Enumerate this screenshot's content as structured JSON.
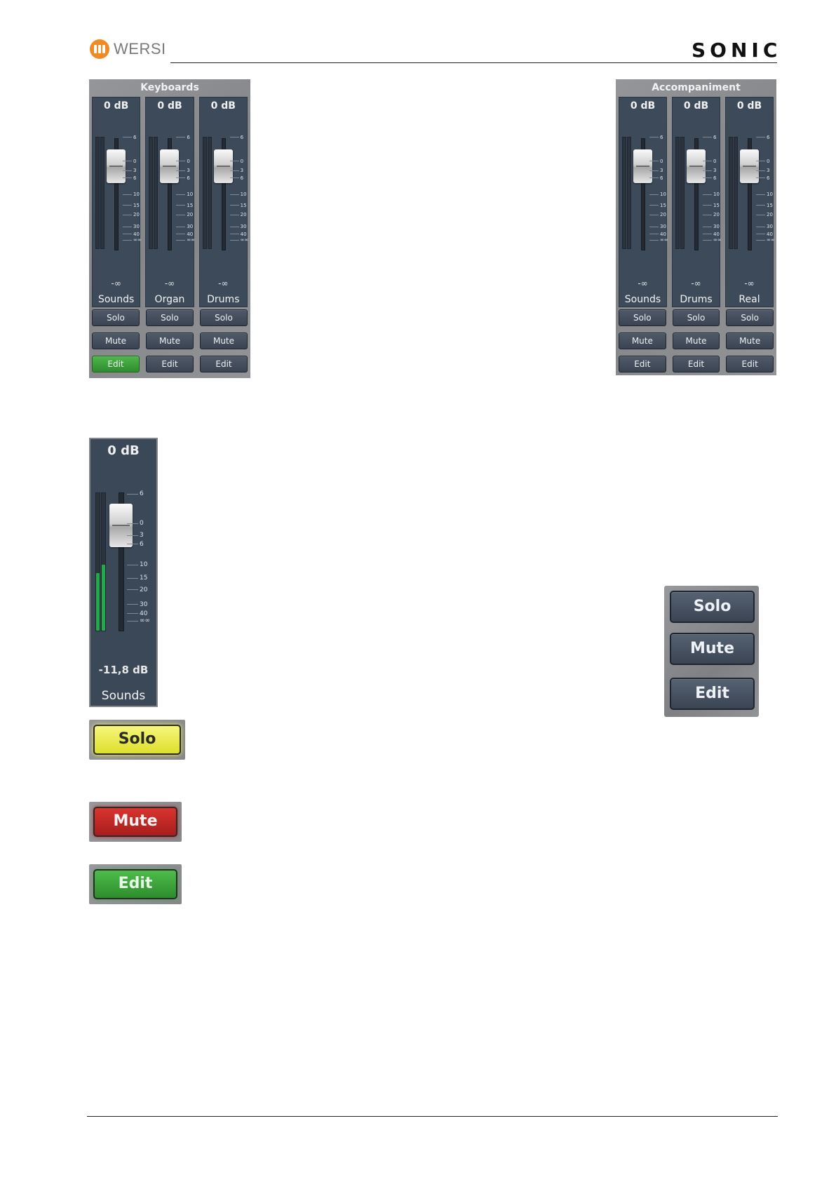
{
  "header": {
    "brand": "WERSI",
    "product": "SONIC"
  },
  "scale_labels": [
    "6",
    "0",
    "3",
    "6",
    "10",
    "15",
    "20",
    "30",
    "40",
    "∞∞"
  ],
  "keyboards_panel": {
    "title": "Keyboards",
    "strips": [
      {
        "db": "0 dB",
        "level": "-∞",
        "name": "Sounds"
      },
      {
        "db": "0 dB",
        "level": "-∞",
        "name": "Organ"
      },
      {
        "db": "0 dB",
        "level": "-∞",
        "name": "Drums"
      }
    ],
    "buttons": {
      "solo": "Solo",
      "mute": "Mute",
      "edit": "Edit"
    },
    "edit_active_index": 0,
    "colors": {
      "edit_active": "#3fa63d"
    }
  },
  "accompaniment_panel": {
    "title": "Accompaniment",
    "strips": [
      {
        "db": "0 dB",
        "level": "-∞",
        "name": "Sounds"
      },
      {
        "db": "0 dB",
        "level": "-∞",
        "name": "Drums"
      },
      {
        "db": "0 dB",
        "level": "-∞",
        "name": "Real"
      }
    ],
    "buttons": {
      "solo": "Solo",
      "mute": "Mute",
      "edit": "Edit"
    }
  },
  "detail_strip": {
    "db": "0 dB",
    "level": "-11,8 dB",
    "name": "Sounds",
    "meter_left_fill": 0.42,
    "meter_right_fill": 0.48,
    "colors": {
      "meter": "#23a84a"
    }
  },
  "button_group": {
    "solo": "Solo",
    "mute": "Mute",
    "edit": "Edit"
  },
  "state_buttons": {
    "solo": "Solo",
    "mute": "Mute",
    "edit": "Edit",
    "colors": {
      "solo": "#e8e83a",
      "mute": "#c0272a",
      "edit": "#3aa83a"
    }
  }
}
